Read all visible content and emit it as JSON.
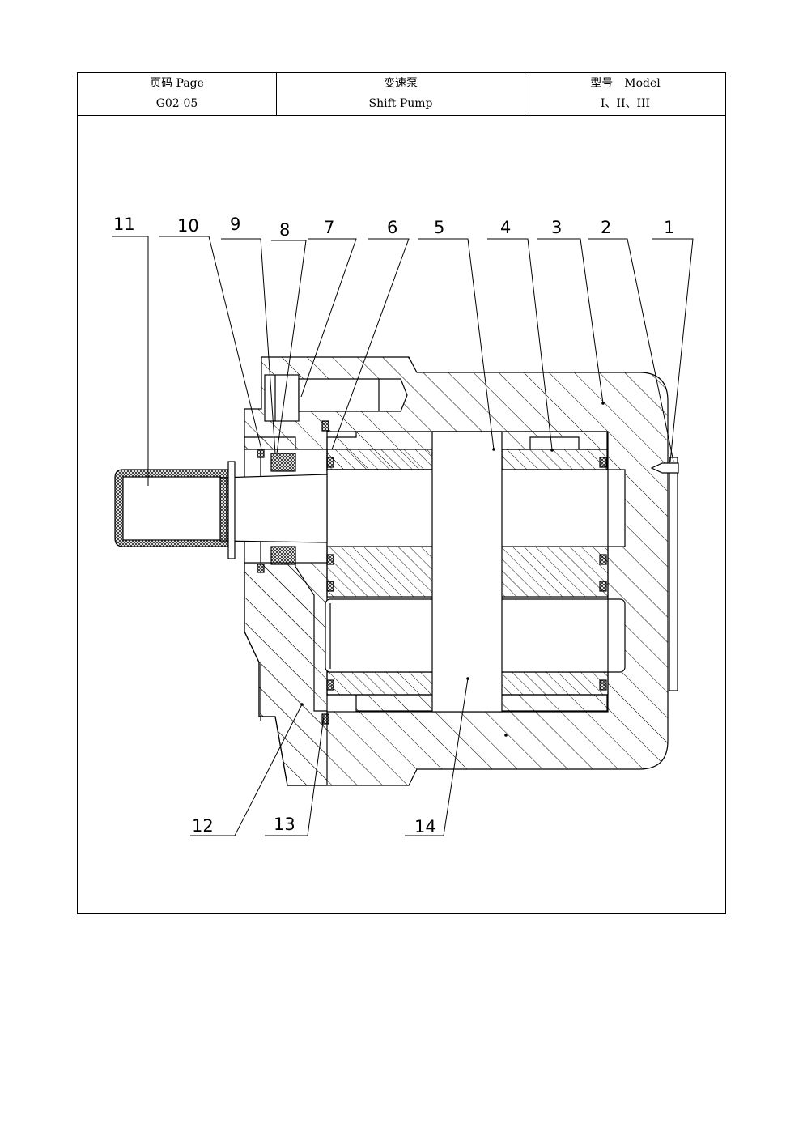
{
  "header": {
    "page_label": "页码 Page",
    "page_number": "G02-05",
    "title_cn": "变速泵",
    "title_en": "Shift Pump",
    "model_label": "型号　Model",
    "model_value": "I、II、III"
  },
  "callouts": [
    "1",
    "2",
    "3",
    "4",
    "5",
    "6",
    "7",
    "8",
    "9",
    "10",
    "11",
    "12",
    "13",
    "14"
  ]
}
